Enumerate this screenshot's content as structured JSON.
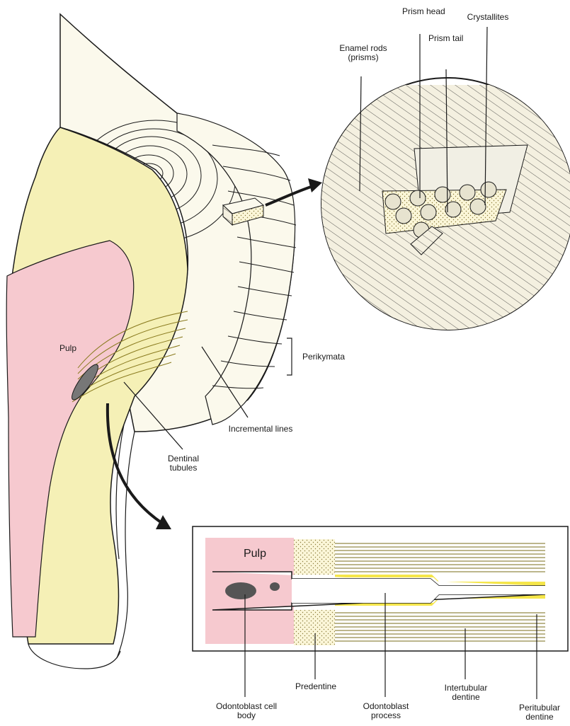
{
  "colors": {
    "pulp": "#f6c9cf",
    "dentine": "#f5f0b6",
    "enamel": "#fbf9ec",
    "tubule": "#c9b52e",
    "line": "#1a1a1a",
    "stipple": "#cfc08a"
  },
  "labels": {
    "pulp_tooth": "Pulp",
    "pulp_detail": "Pulp",
    "prism_head": "Prism head",
    "prism_tail": "Prism tail",
    "crystallites": "Crystallites",
    "enamel_rods": "Enamel rods (prisms)",
    "perikymata": "Perikymata",
    "incremental_lines": "Incremental lines",
    "dentinal_tubules": "Dentinal tubules",
    "predentine": "Predentine",
    "odontoblast_cell_body": "Odontoblast cell body",
    "odontoblast_process": "Odontoblast process",
    "intertubular_dentine": "Intertubular dentine",
    "peritubular_dentine": "Peritubular dentine"
  }
}
